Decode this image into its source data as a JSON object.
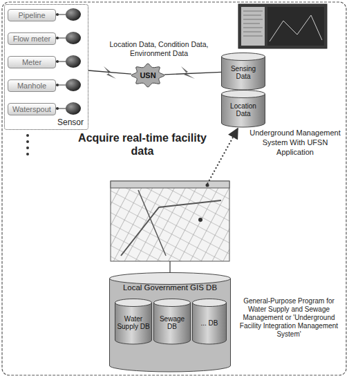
{
  "diagram": {
    "nodes": [
      {
        "text": [
          "Sensor"
        ]
      },
      {
        "text": [
          "Pipeline"
        ],
        "in": 0
      },
      {
        "text": [
          "Flow meter"
        ],
        "in": 0
      },
      {
        "text": [
          "Meter"
        ],
        "in": 0
      },
      {
        "text": [
          "Manhole"
        ],
        "in": 0
      },
      {
        "text": [
          "Waterspout"
        ],
        "in": 0
      },
      {
        "text": [
          "USN"
        ]
      },
      {
        "text": [
          "Underground Management System With UFSN Application"
        ]
      },
      {
        "text": [
          "Sensing Data"
        ],
        "in": 7
      },
      {
        "text": [
          "Location Data"
        ],
        "in": 7
      },
      {
        "text": [
          "Local Government GIS DB"
        ]
      },
      {
        "text": [
          "Water Supply DB"
        ],
        "in": 10
      },
      {
        "text": [
          "Sewage DB"
        ],
        "in": 10
      },
      {
        "text": [
          "... DB"
        ],
        "in": 10
      }
    ],
    "edges": [
      {
        "from": 0,
        "to": 6,
        "arrow": "none"
      },
      {
        "from": 6,
        "to": 8,
        "arrow": "none"
      }
    ],
    "labels": [
      "Location Data, Condition Data, Environment Data",
      "Acquire real-time facility data",
      "General-Purpose Program for Water Supply and Sewage Management or 'Underground Facility Integration Management System'"
    ]
  }
}
